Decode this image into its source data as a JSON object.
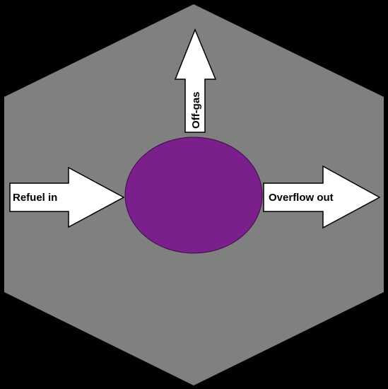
{
  "colors": {
    "background": "#000000",
    "hexagon": "#808080",
    "core": "#7B1F8C",
    "arrow_fill": "#FFFFFF",
    "arrow_stroke": "#000000",
    "text": "#000000"
  },
  "labels": {
    "refuel_in": "Refuel in",
    "off_gas": "Off-gas",
    "overflow_out": "Overflow out"
  }
}
